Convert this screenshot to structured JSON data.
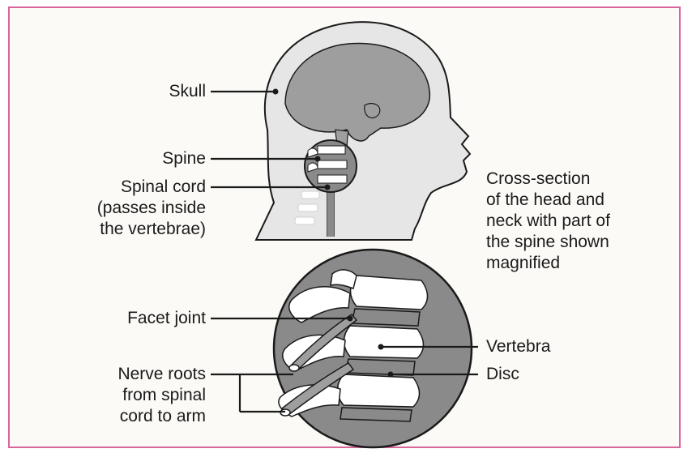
{
  "labels": {
    "skull": "Skull",
    "spine": "Spine",
    "spinal_cord": "Spinal cord",
    "spinal_cord_note_1": "(passes inside",
    "spinal_cord_note_2": "the vertebrae)",
    "facet_joint": "Facet joint",
    "nerve_roots_1": "Nerve roots",
    "nerve_roots_2": "from spinal",
    "nerve_roots_3": "cord to arm",
    "vertebra": "Vertebra",
    "disc": "Disc"
  },
  "caption": {
    "line1": "Cross-section",
    "line2": "of the head and",
    "line3": "neck with part of",
    "line4": "the spine shown",
    "line5": "magnified"
  },
  "colors": {
    "border": "#d9669b",
    "head": "#e6e6e6",
    "brain": "#9e9e9e",
    "bone": "#ffffff",
    "disc": "#8a8a8a",
    "outline": "#1a1a1a"
  }
}
